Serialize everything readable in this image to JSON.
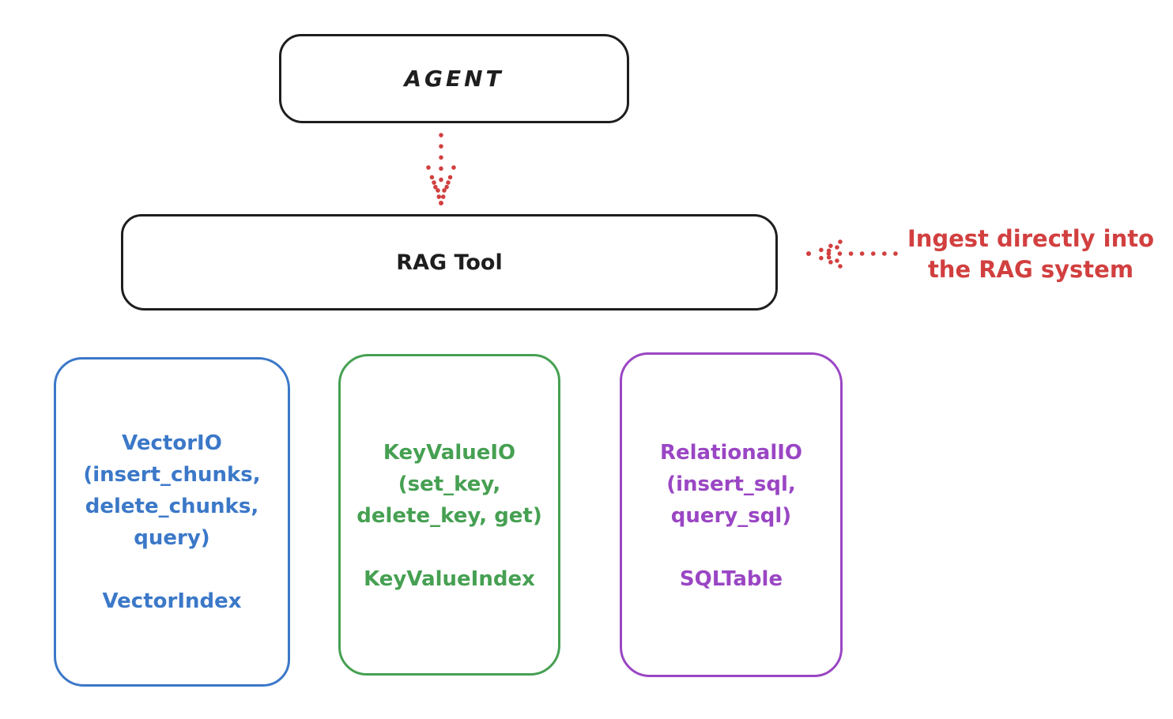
{
  "diagram": {
    "title_hint": "RAG Tool architecture sketch",
    "colors": {
      "ink": "#1e1e1e",
      "blue": "#3b78c8",
      "green": "#46a052",
      "purple": "#9a46c4",
      "red": "#d23f3f",
      "background": "#ffffff"
    },
    "nodes": {
      "agent": {
        "label": "AGENT"
      },
      "rag_tool": {
        "label": "RAG Tool"
      },
      "vector_io": {
        "lines": [
          "VectorIO",
          "(insert_chunks,",
          "delete_chunks,",
          "query)"
        ],
        "footer": "VectorIndex"
      },
      "key_value_io": {
        "lines": [
          "KeyValueIO",
          "(set_key,",
          "delete_key, get)"
        ],
        "footer": "KeyValueIndex"
      },
      "relational_io": {
        "lines": [
          "RelationalIO",
          "(insert_sql,",
          "query_sql)"
        ],
        "footer": "SQLTable"
      }
    },
    "annotation": {
      "lines": [
        "Ingest directly into",
        "the RAG system"
      ]
    },
    "arrows": {
      "agent_to_rag": {
        "style": "dotted",
        "direction": "down",
        "color": "#d23f3f"
      },
      "annotation_to_rag": {
        "style": "dotted",
        "direction": "left",
        "color": "#d23f3f"
      }
    }
  }
}
